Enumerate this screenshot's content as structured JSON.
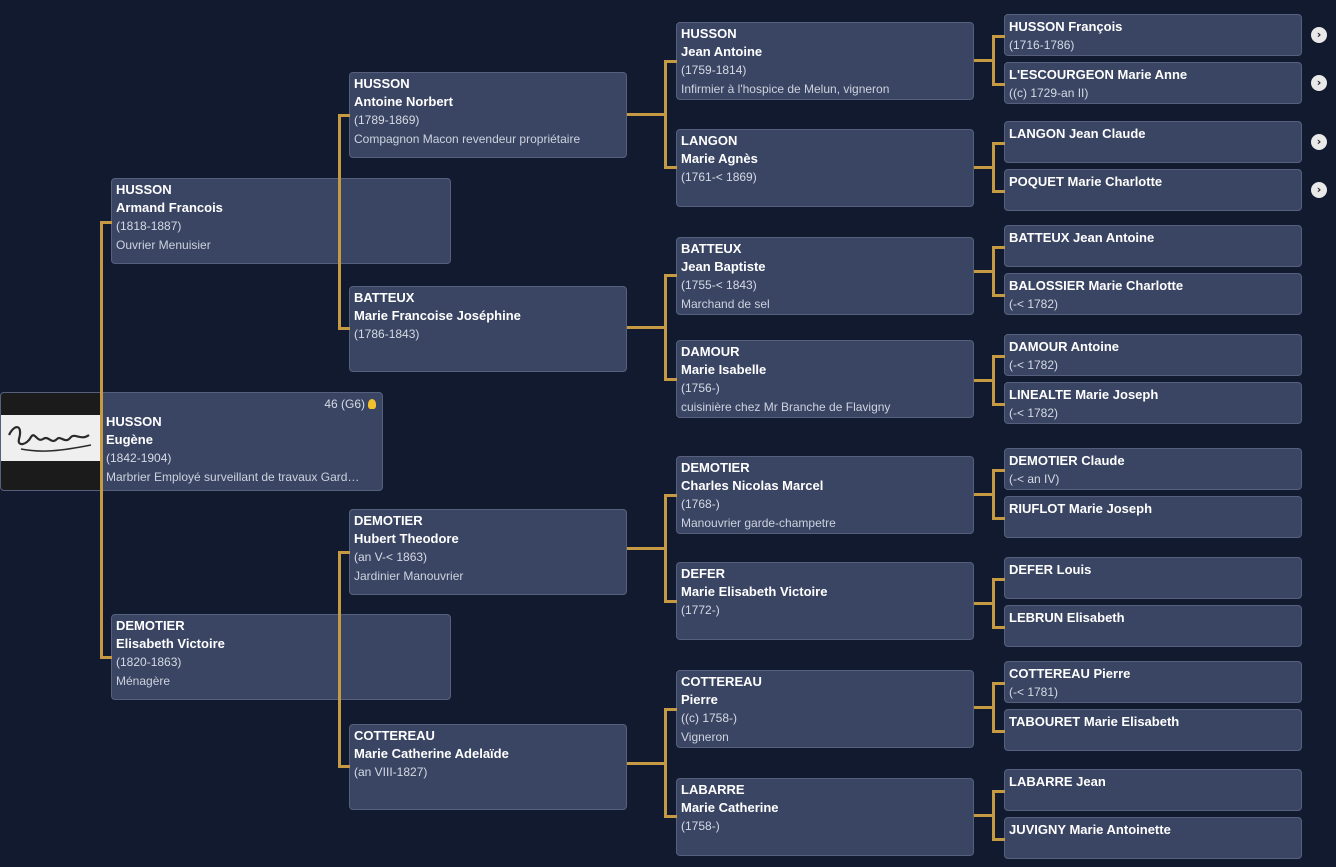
{
  "root": {
    "surname": "HUSSON",
    "given": "Eugène",
    "dates": "(1842-1904)",
    "occupation": "Marbrier Employé surveillant de travaux Gard…",
    "badge": "46 (G6)",
    "photo": "signature-icon"
  },
  "parents": [
    {
      "surname": "HUSSON",
      "given": "Armand Francois",
      "dates": "(1818-1887)",
      "occupation": "Ouvrier Menuisier"
    },
    {
      "surname": "DEMOTIER",
      "given": "Elisabeth Victoire",
      "dates": "(1820-1863)",
      "occupation": "Ménagère"
    }
  ],
  "grandparents": [
    {
      "surname": "HUSSON",
      "given": "Antoine Norbert",
      "dates": "(1789-1869)",
      "occupation": "Compagnon Macon revendeur propriétaire"
    },
    {
      "surname": "BATTEUX",
      "given": "Marie Francoise Joséphine",
      "dates": "(1786-1843)",
      "occupation": ""
    },
    {
      "surname": "DEMOTIER",
      "given": "Hubert Theodore",
      "dates": "(an V-< 1863)",
      "occupation": "Jardinier Manouvrier"
    },
    {
      "surname": "COTTEREAU",
      "given": "Marie Catherine Adelaïde",
      "dates": "(an VIII-1827)",
      "occupation": ""
    }
  ],
  "great_grandparents": [
    {
      "surname": "HUSSON",
      "given": "Jean Antoine",
      "dates": "(1759-1814)",
      "occupation": "Infirmier à l'hospice de Melun, vigneron"
    },
    {
      "surname": "LANGON",
      "given": "Marie Agnès",
      "dates": "(1761-< 1869)",
      "occupation": ""
    },
    {
      "surname": "BATTEUX",
      "given": "Jean Baptiste",
      "dates": "(1755-< 1843)",
      "occupation": "Marchand de sel"
    },
    {
      "surname": "DAMOUR",
      "given": "Marie Isabelle",
      "dates": "(1756-)",
      "occupation": "cuisinière chez Mr Branche de Flavigny"
    },
    {
      "surname": "DEMOTIER",
      "given": "Charles Nicolas Marcel",
      "dates": "(1768-)",
      "occupation": "Manouvrier garde-champetre"
    },
    {
      "surname": "DEFER",
      "given": "Marie Elisabeth Victoire",
      "dates": "(1772-)",
      "occupation": ""
    },
    {
      "surname": "COTTEREAU",
      "given": "Pierre",
      "dates": "((c) 1758-)",
      "occupation": "Vigneron"
    },
    {
      "surname": "LABARRE",
      "given": "Marie Catherine",
      "dates": "(1758-)",
      "occupation": ""
    }
  ],
  "gen5": [
    {
      "name": "HUSSON François",
      "dates": "(1716-1786)",
      "expand": true
    },
    {
      "name": "L'ESCOURGEON Marie Anne",
      "dates": "((c) 1729-an II)",
      "expand": true
    },
    {
      "name": "LANGON Jean Claude",
      "dates": "",
      "expand": true
    },
    {
      "name": "POQUET Marie Charlotte",
      "dates": "",
      "expand": true
    },
    {
      "name": "BATTEUX Jean Antoine",
      "dates": "",
      "expand": false
    },
    {
      "name": "BALOSSIER Marie Charlotte",
      "dates": "(-< 1782)",
      "expand": false
    },
    {
      "name": "DAMOUR Antoine",
      "dates": "(-< 1782)",
      "expand": false
    },
    {
      "name": "LINEALTE Marie Joseph",
      "dates": "(-< 1782)",
      "expand": false
    },
    {
      "name": "DEMOTIER Claude",
      "dates": "(-< an IV)",
      "expand": false
    },
    {
      "name": "RIUFLOT Marie Joseph",
      "dates": "",
      "expand": false
    },
    {
      "name": "DEFER Louis",
      "dates": "",
      "expand": false
    },
    {
      "name": "LEBRUN Elisabeth",
      "dates": "",
      "expand": false
    },
    {
      "name": "COTTEREAU Pierre",
      "dates": "(-< 1781)",
      "expand": false
    },
    {
      "name": "TABOURET Marie Elisabeth",
      "dates": "",
      "expand": false
    },
    {
      "name": "LABARRE Jean",
      "dates": "",
      "expand": false
    },
    {
      "name": "JUVIGNY Marie Antoinette",
      "dates": "",
      "expand": false
    }
  ],
  "icons": {
    "expand": "chevron-right-icon",
    "hint": "lightbulb-icon"
  },
  "colors": {
    "background": "#121a30",
    "box": "#3a4563",
    "connector": "#c69a42"
  }
}
